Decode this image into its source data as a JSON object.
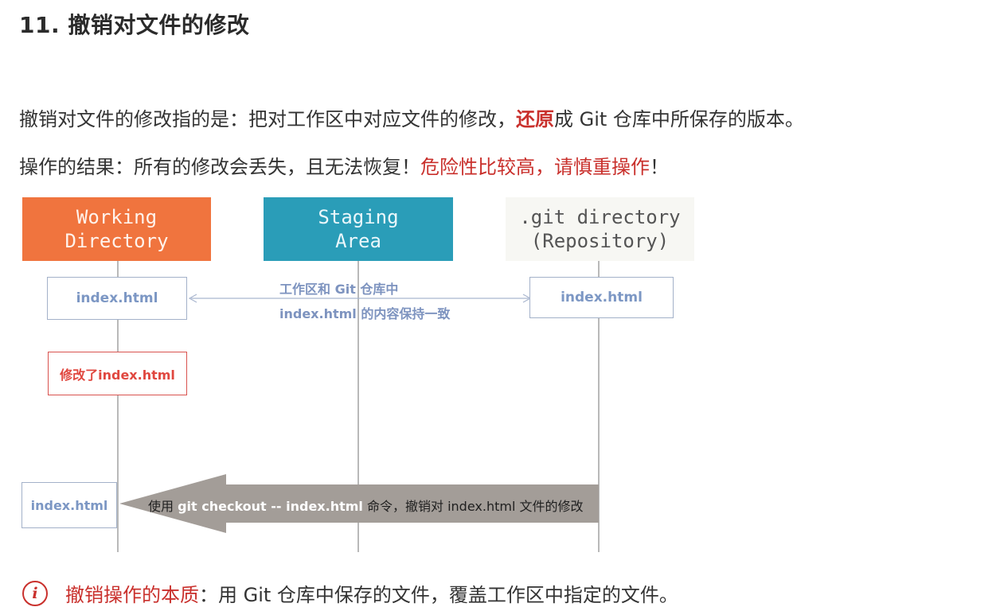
{
  "title": "11. 撤销对文件的修改",
  "para1": {
    "before": "撤销对文件的修改指的是：把对工作区中对应文件的修改，",
    "highlight": "还原",
    "after": "成 Git 仓库中所保存的版本。"
  },
  "para2": {
    "before": "操作的结果：所有的修改会丢失，且无法恢复！",
    "warning": "危险性比较高，请慎重操作",
    "after": "！"
  },
  "diagram": {
    "headers": {
      "working_line1": "Working",
      "working_line2": "Directory",
      "staging_line1": "Staging",
      "staging_line2": "Area",
      "git_line1": ".git directory",
      "git_line2": "(Repository)"
    },
    "working_file": "index.html",
    "repo_file": "index.html",
    "sync_note_line1": "工作区和 Git 仓库中",
    "sync_note_line2": "index.html 的内容保持一致",
    "modified_file": "修改了index.html",
    "restored_file": "index.html",
    "command": {
      "prefix": "使用 ",
      "code": "git checkout -- index.html",
      "suffix": " 命令，撤销对 index.html 文件的修改"
    }
  },
  "note": {
    "icon": "info-icon",
    "label": "撤销操作的本质",
    "text": "：用 Git 仓库中保存的文件，覆盖工作区中指定的文件。"
  },
  "colors": {
    "working": "#f0743e",
    "staging": "#2a9db8",
    "repository": "#f7f7f3",
    "accent_red": "#c9302c",
    "arrow": "#a39d98"
  }
}
